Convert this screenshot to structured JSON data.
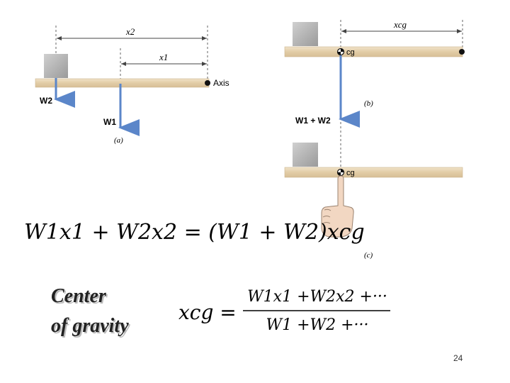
{
  "panel_a": {
    "dim_x2": "x2",
    "dim_x1": "x1",
    "axis_label": "Axis",
    "w2_label": "W2",
    "w1_label": "W1",
    "caption": "(a)"
  },
  "panel_b": {
    "dim_xcg": "xcg",
    "cg_label": "cg",
    "weight_label": "W1 + W2",
    "caption": "(b)"
  },
  "panel_c": {
    "cg_label": "cg",
    "caption": "(c)"
  },
  "equation_main": {
    "lhs": "W1x1 + W2x2 = (W1 + W2)xcg"
  },
  "center_of_gravity": {
    "title_line1": "Center",
    "title_line2": "of gravity",
    "lhs": "xcg =",
    "numerator": "W1x1 +W2x2 +···",
    "denominator": "W1 +W2 +···"
  },
  "page_number": "24",
  "colors": {
    "beam": "#e8d6b8",
    "beam_edge": "#c9b08a",
    "arrow": "#5b86c9",
    "block": "#b0b0b0"
  }
}
